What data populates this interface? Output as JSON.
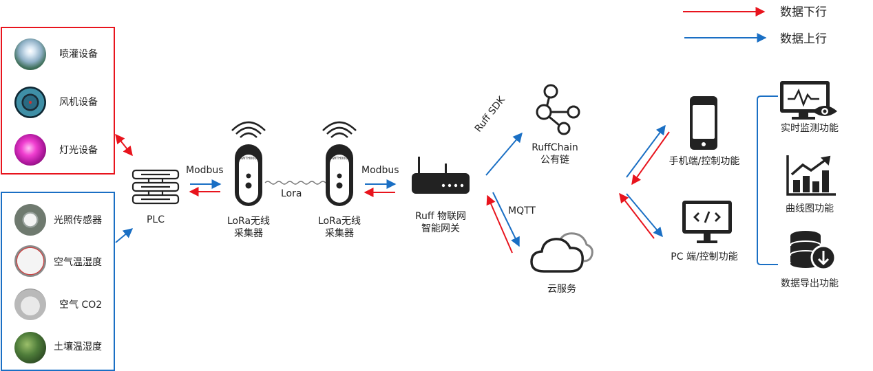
{
  "legend": {
    "down": {
      "label": "数据下行",
      "color": "#e8141d"
    },
    "up": {
      "label": "数据上行",
      "color": "#1a6fc4"
    }
  },
  "actuators": [
    {
      "label": "喷灌设备",
      "icon": "sprinkler-photo-icon"
    },
    {
      "label": "风机设备",
      "icon": "fan-photo-icon"
    },
    {
      "label": "灯光设备",
      "icon": "grow-light-photo-icon"
    }
  ],
  "sensors": [
    {
      "label": "光照传感器",
      "icon": "light-sensor-photo-icon"
    },
    {
      "label": "空气温湿度",
      "icon": "air-humidity-gauge-photo-icon"
    },
    {
      "label": "空气 CO2",
      "icon": "co2-sensor-photo-icon"
    },
    {
      "label": "土壤温湿度",
      "icon": "soil-photo-icon"
    }
  ],
  "nodes": {
    "plc": {
      "label": "PLC",
      "icon": "server-rack-icon"
    },
    "lora1": {
      "line1": "LoRa无线",
      "line2": "采集器",
      "icon": "lora-collector-icon",
      "device_text": "RWTH000"
    },
    "lora2": {
      "line1": "LoRa无线",
      "line2": "采集器",
      "icon": "lora-collector-icon",
      "device_text": "RWTH000"
    },
    "gateway": {
      "line1": "Ruff 物联网",
      "line2": "智能网关",
      "icon": "router-icon"
    },
    "chain": {
      "line1": "RuffChain",
      "line2": "公有链",
      "icon": "share-network-icon"
    },
    "cloud": {
      "label": "云服务",
      "icon": "cloud-icon"
    },
    "mobile": {
      "label": "手机端/控制功能",
      "icon": "smartphone-icon"
    },
    "pc": {
      "label": "PC 端/控制功能",
      "icon": "monitor-code-icon"
    }
  },
  "links": {
    "modbus1": "Modbus",
    "lora": "Lora",
    "modbus2": "Modbus",
    "ruff_sdk": "Ruff SDK",
    "mqtt": "MQTT"
  },
  "features": [
    {
      "label": "实时监测功能",
      "icon": "monitor-eye-icon"
    },
    {
      "label": "曲线图功能",
      "icon": "trend-chart-icon"
    },
    {
      "label": "数据导出功能",
      "icon": "database-export-icon"
    }
  ]
}
